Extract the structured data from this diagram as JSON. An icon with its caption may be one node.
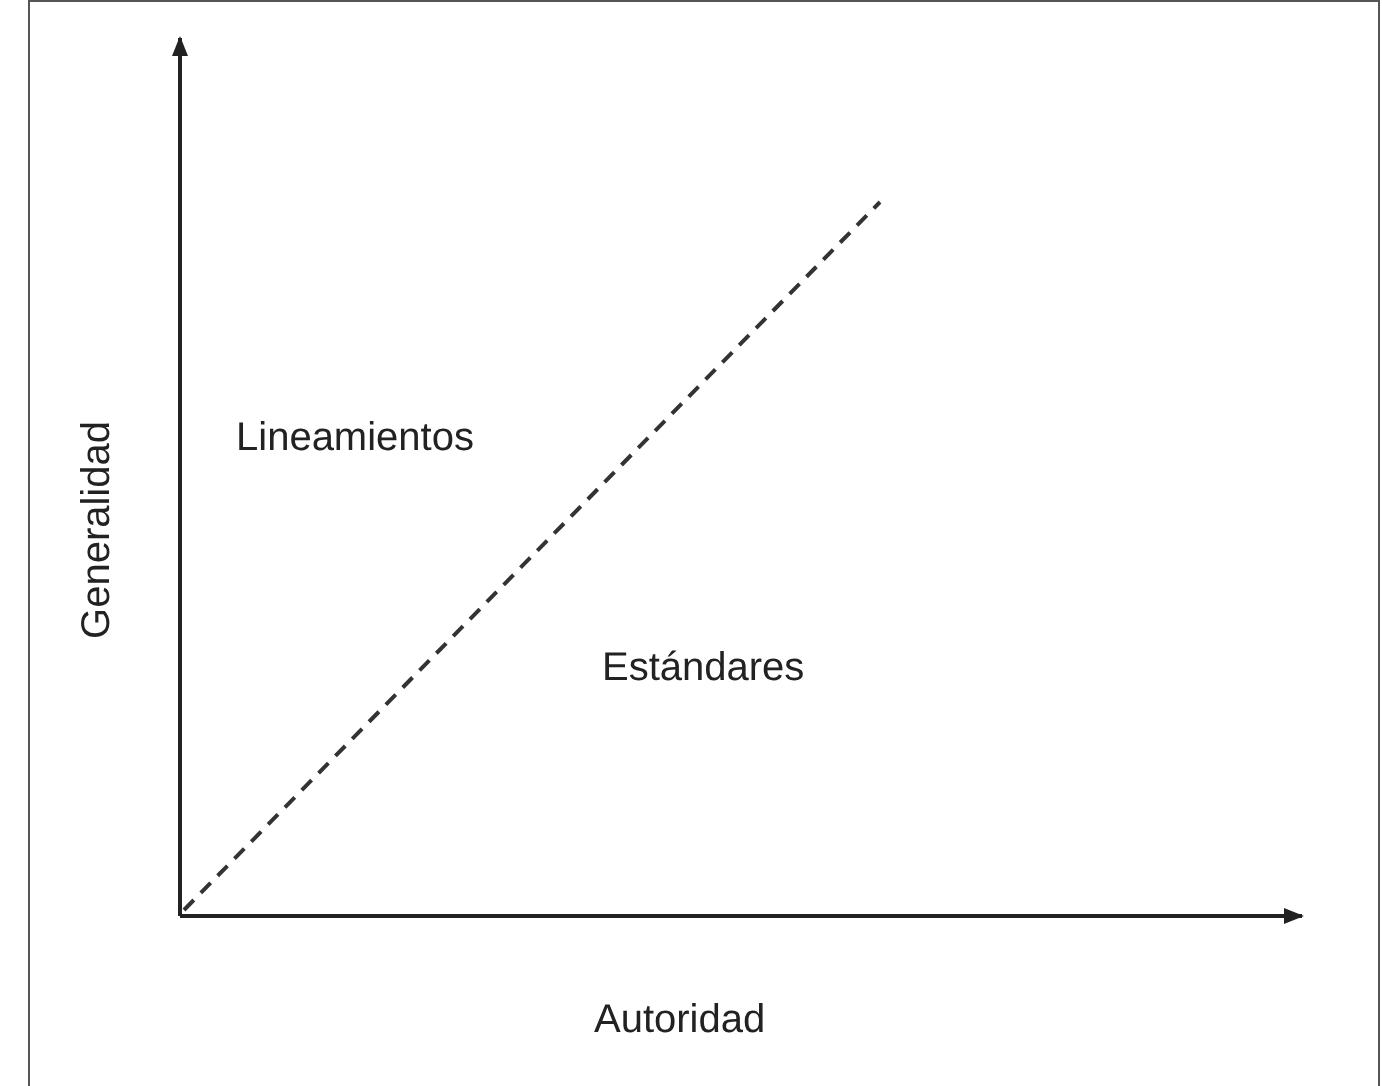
{
  "diagram": {
    "labels": [
      "Generalidad",
      "Lineamientos",
      "Estándares",
      "Autoridad"
    ]
  }
}
